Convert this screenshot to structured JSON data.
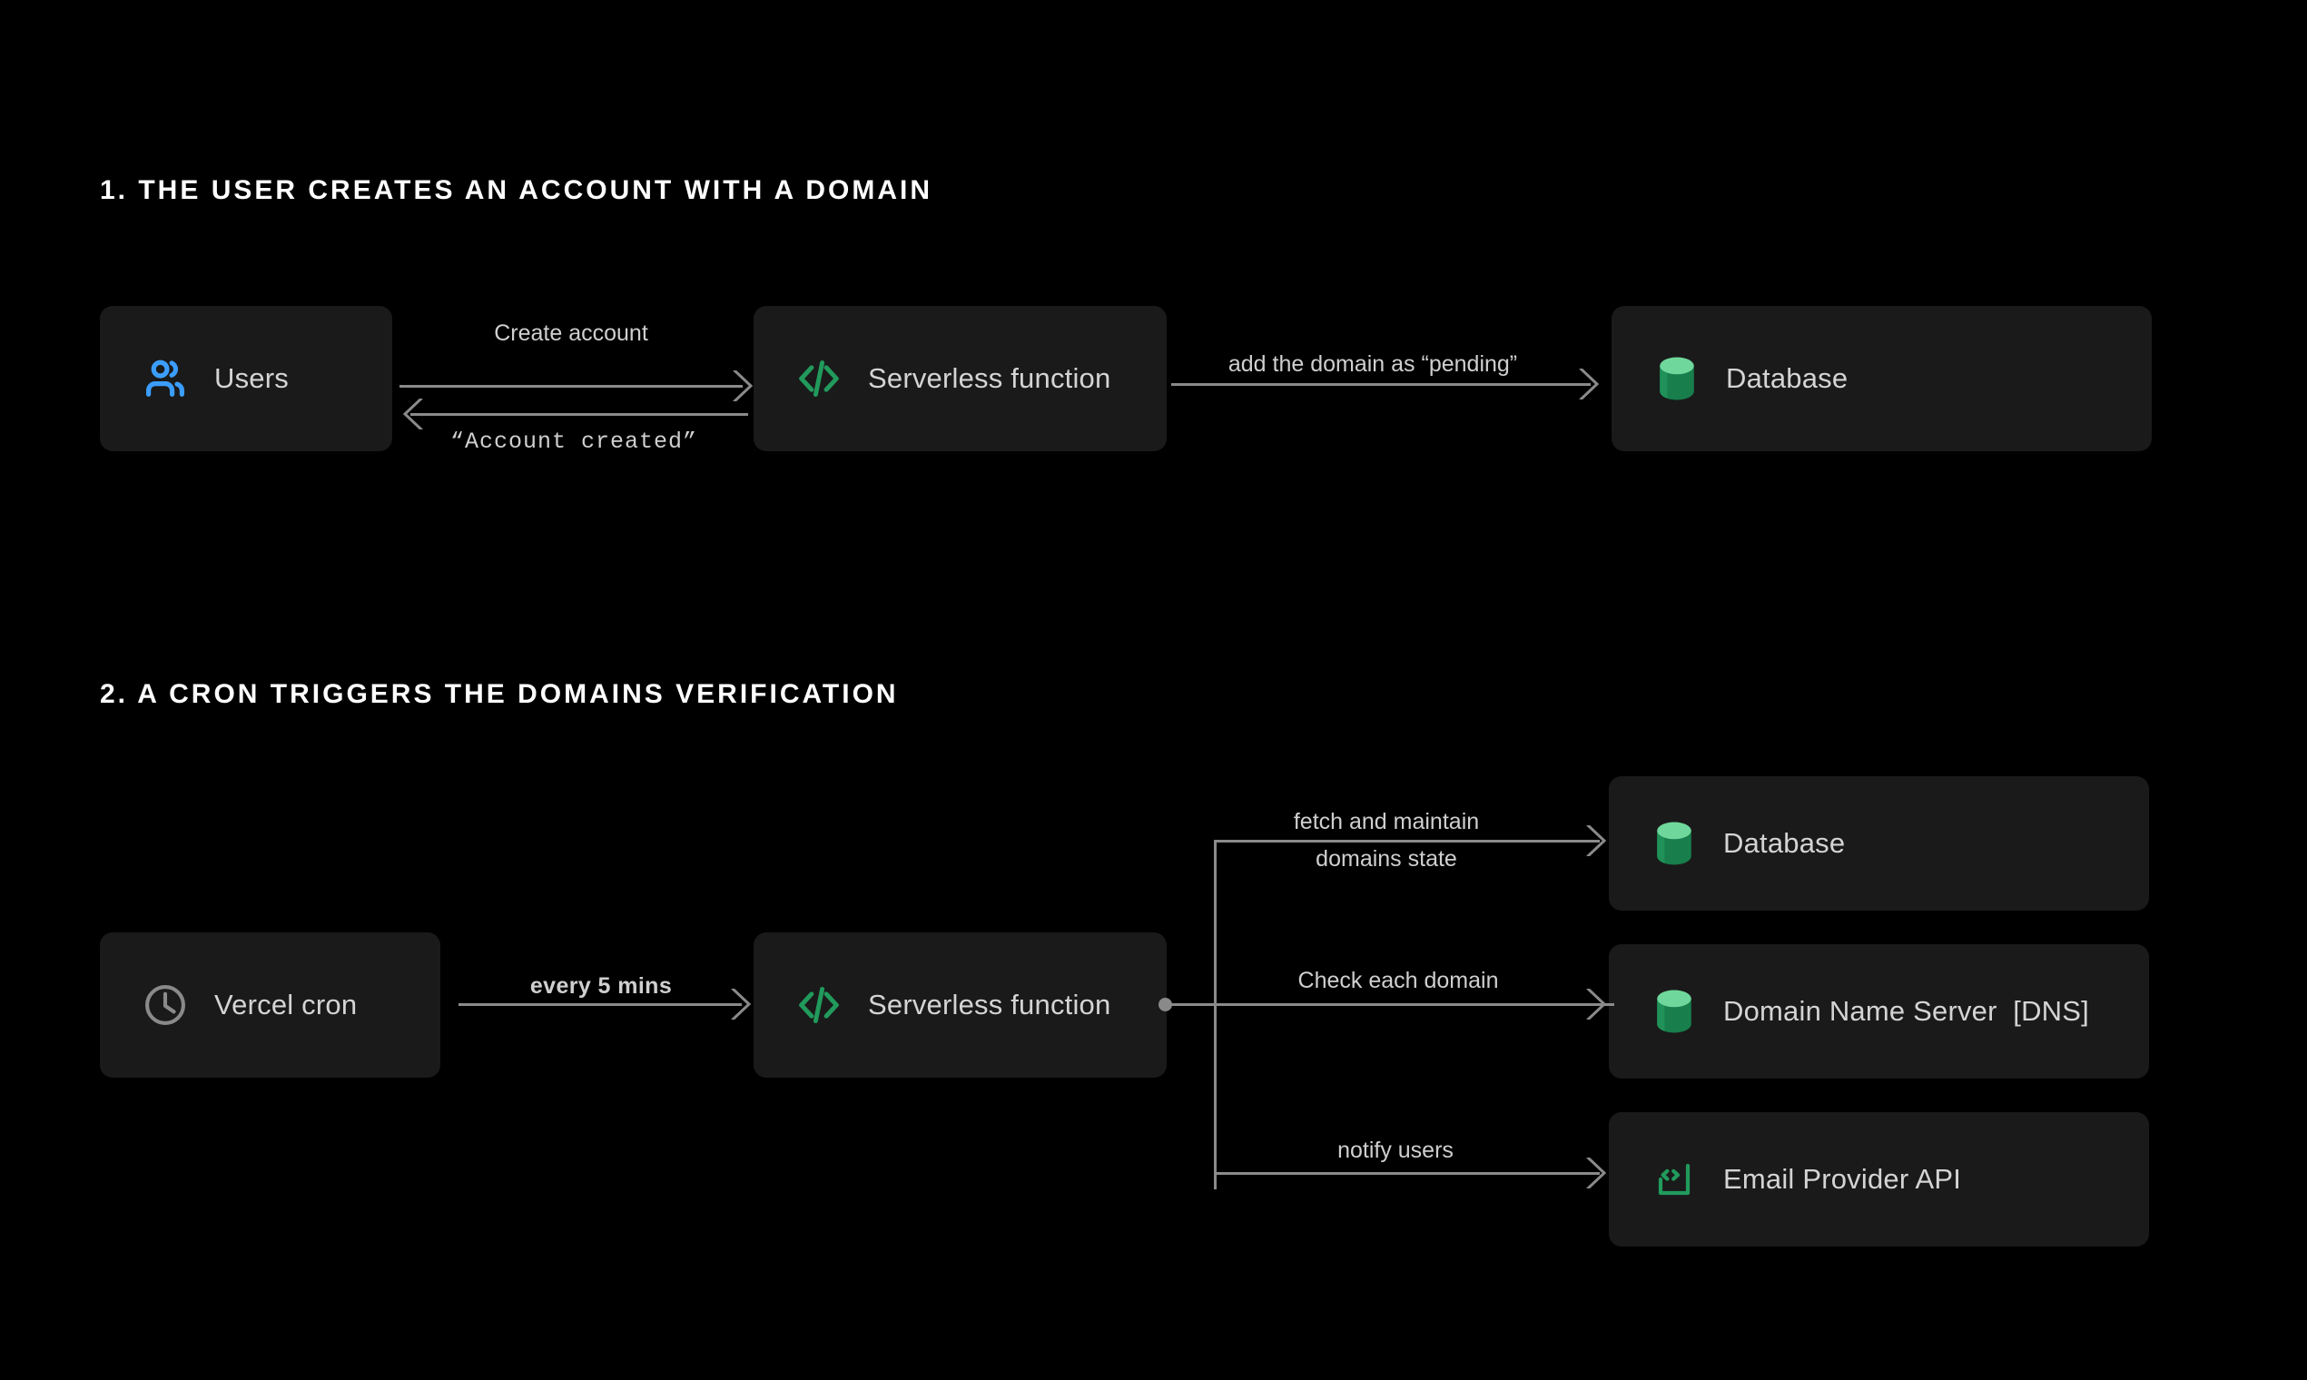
{
  "theme": {
    "background": "#000000",
    "node_fill": "#1a1a1a",
    "edge_color": "#8a8a8a",
    "label_color": "#cfcfcf",
    "heading_color": "#ffffff",
    "accent_green": "#219a5c",
    "accent_green_light": "#6fd79b",
    "accent_blue": "#3b9eff",
    "accent_gray": "#8a8a8a"
  },
  "sections": [
    {
      "heading": "1. THE USER CREATES AN ACCOUNT WITH A DOMAIN",
      "nodes": [
        {
          "label": "Users",
          "icon": "users-icon"
        },
        {
          "label": "Serverless function",
          "icon": "code-brackets-icon"
        },
        {
          "label": "Database",
          "icon": "database-cylinder-icon"
        }
      ],
      "edges": [
        {
          "label": "Create account",
          "style": "sans"
        },
        {
          "label": "“Account created”",
          "style": "mono"
        },
        {
          "label": "add the domain as “pending”",
          "style": "sans"
        }
      ]
    },
    {
      "heading": "2. A CRON TRIGGERS THE DOMAINS VERIFICATION",
      "nodes": [
        {
          "label": "Vercel cron",
          "icon": "clock-icon"
        },
        {
          "label": "Serverless function",
          "icon": "code-brackets-icon"
        },
        {
          "label": "Database",
          "icon": "database-cylinder-icon"
        },
        {
          "label": "Domain Name Server  [DNS]",
          "icon": "database-cylinder-icon"
        },
        {
          "label": "Email Provider API",
          "icon": "code-window-icon"
        }
      ],
      "edges": [
        {
          "label": "every 5 mins",
          "style": "strong"
        },
        {
          "label_line1": "fetch and maintain",
          "label_line2": "domains state",
          "style": "sans"
        },
        {
          "label": "Check each domain",
          "style": "sans"
        },
        {
          "label": "notify users",
          "style": "sans"
        }
      ]
    }
  ]
}
